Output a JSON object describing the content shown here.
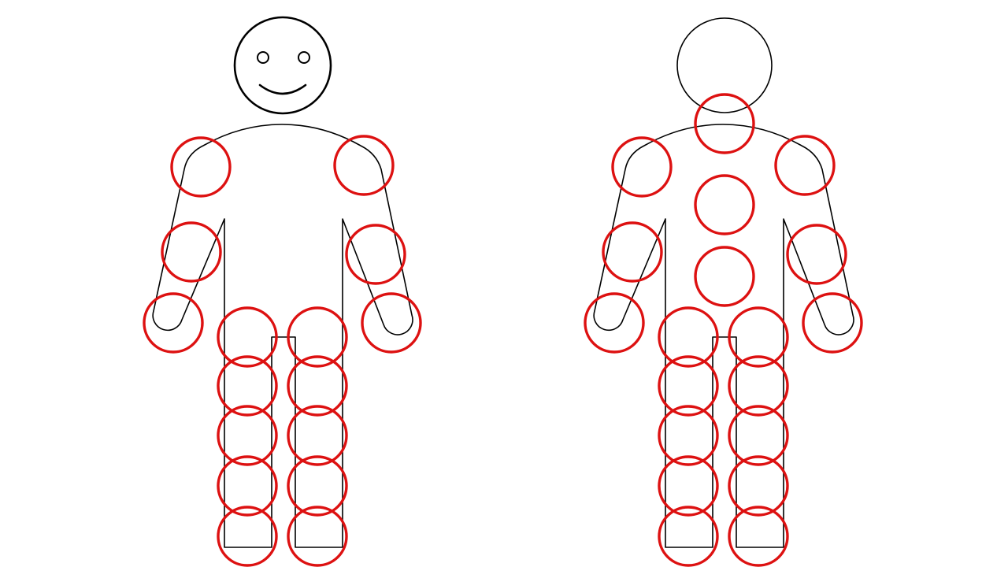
{
  "diagram": {
    "figures": [
      {
        "view": "front",
        "head_face": "smiley",
        "marker_count": 16
      },
      {
        "view": "back",
        "head_face": "none",
        "marker_count": 19
      }
    ],
    "marker_color": "#dd1111",
    "outline_color": "#000000",
    "background_color": "#ffffff"
  }
}
